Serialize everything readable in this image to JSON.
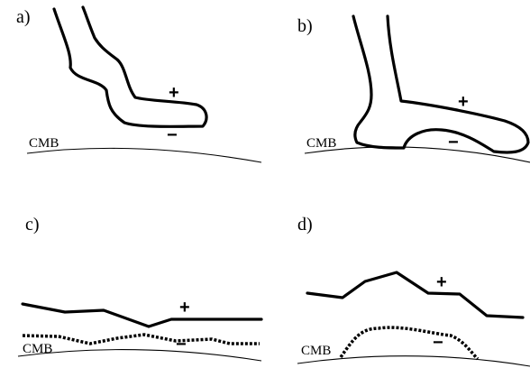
{
  "panels": [
    {
      "label": "a)",
      "plus": "+",
      "minus": "−",
      "cmb": "CMB"
    },
    {
      "label": "b)",
      "plus": "+",
      "minus": "−",
      "cmb": "CMB"
    },
    {
      "label": "c)",
      "plus": "+",
      "minus": "−",
      "cmb": "CMB"
    },
    {
      "label": "d)",
      "plus": "+",
      "minus": "−",
      "cmb": "CMB"
    }
  ]
}
